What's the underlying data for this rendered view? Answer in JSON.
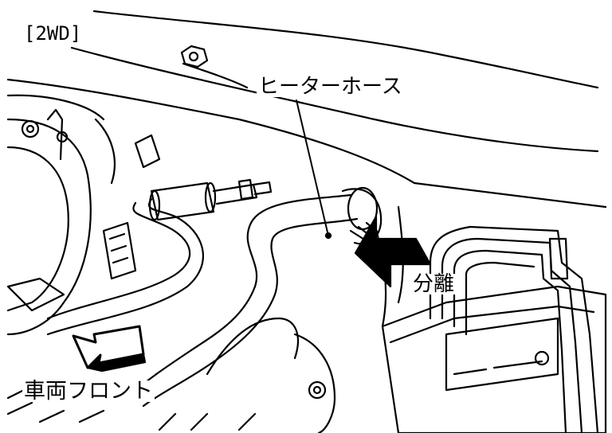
{
  "diagram": {
    "variant_label": "[2WD]",
    "callouts": {
      "heater_hose": "ヒーターホース",
      "disconnect": "分離",
      "vehicle_front": "車両フロント"
    },
    "colors": {
      "line": "#000000",
      "background": "#ffffff"
    }
  }
}
